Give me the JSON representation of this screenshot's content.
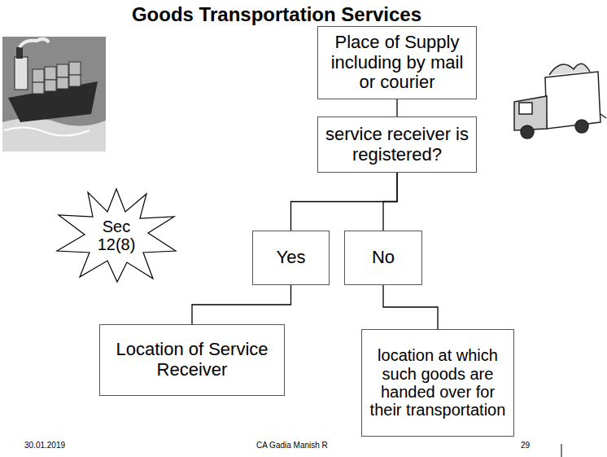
{
  "diagram": {
    "title": "Goods Transportation Services",
    "nodes": [
      {
        "text": [
          "Place of Supply including by mail or courier"
        ]
      },
      {
        "text": [
          "service receiver is registered?"
        ]
      },
      {
        "text": [
          "Sec 12(8)"
        ]
      },
      {
        "text": [
          "Yes"
        ]
      },
      {
        "text": [
          "No"
        ]
      },
      {
        "text": [
          "Location of Service Receiver"
        ]
      },
      {
        "text": [
          "location at which such goods are handed over for their transportation"
        ]
      }
    ],
    "edges": [
      {
        "from": 0,
        "to": 1,
        "arrow": "none"
      },
      {
        "from": 1,
        "to": 3,
        "arrow": "none"
      },
      {
        "from": 1,
        "to": 4,
        "arrow": "none"
      },
      {
        "from": 3,
        "to": 5,
        "arrow": "none"
      },
      {
        "from": 4,
        "to": 6,
        "arrow": "none"
      }
    ],
    "labels": [
      "30.01.2019",
      "CA Gadia Manish R",
      "29"
    ]
  }
}
